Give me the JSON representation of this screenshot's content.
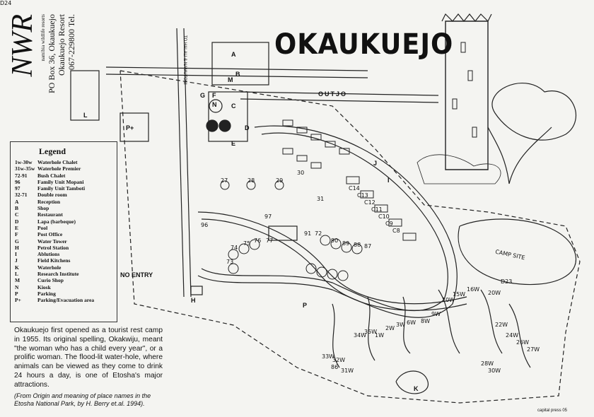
{
  "map": {
    "title": "OKAUKUEJO",
    "logo_text": "NWR",
    "logo_subtitle": "namibia wildlife resorts",
    "address_lines": [
      "PO Box 36, Okaukuejo",
      "Okaukuejo Resort",
      "067-229800 Tel."
    ],
    "road_label": "OUTJO",
    "road_sign": "TO HALALI & NAMUTONI",
    "no_entry_label": "NO ENTRY",
    "campsite_label": "CAMP SITE",
    "credit": "capital press 05"
  },
  "legend": {
    "title": "Legend",
    "items": [
      {
        "code": "1w-30w",
        "label": "Waterhole Chalet"
      },
      {
        "code": "31w-35w",
        "label": "Waterhole Premier"
      },
      {
        "code": "72-91",
        "label": "Bush Chalet"
      },
      {
        "code": "96",
        "label": "Family Unit Mopani"
      },
      {
        "code": "97",
        "label": "Family Unit Tamboti"
      },
      {
        "code": "32-71",
        "label": "Double room"
      },
      {
        "code": "A",
        "label": "Reception"
      },
      {
        "code": "B",
        "label": "Shop"
      },
      {
        "code": "C",
        "label": "Restaurant"
      },
      {
        "code": "D",
        "label": "Lapa (barbeque)"
      },
      {
        "code": "E",
        "label": "Pool"
      },
      {
        "code": "F",
        "label": "Post Office"
      },
      {
        "code": "G",
        "label": "Water Tower"
      },
      {
        "code": "H",
        "label": "Petrol Station"
      },
      {
        "code": "I",
        "label": "Ablutions"
      },
      {
        "code": "J",
        "label": "Field Kitchens"
      },
      {
        "code": "K",
        "label": "Waterhole"
      },
      {
        "code": "L",
        "label": "Research Institute"
      },
      {
        "code": "M",
        "label": "Curio Shop"
      },
      {
        "code": "N",
        "label": "Kiosk"
      },
      {
        "code": "P",
        "label": "Parking"
      },
      {
        "code": "P+",
        "label": "Parking/Evacuation area"
      }
    ]
  },
  "description": "Okaukuejo first opened as a tourist rest camp in 1955. Its original spelling, Okakwiju, meant \"the woman who has a child every year\", or a prolific woman. The flood-lit water-hole, where animals can be viewed as they come to drink 24 hours a day, is one of Etosha's major attractions.",
  "citation": "(From Origin and meaning of place names in the Etosha National Park, by H. Berry et.al. 1994).",
  "map_labels": {
    "letters": [
      "A",
      "B",
      "C",
      "D",
      "E",
      "F",
      "G",
      "H",
      "I",
      "J",
      "K",
      "L",
      "M",
      "N",
      "P",
      "P+"
    ],
    "numbers": [
      "27",
      "28",
      "29",
      "30",
      "31",
      "96",
      "97",
      "77",
      "76",
      "75",
      "74",
      "73",
      "72",
      "91",
      "90",
      "89",
      "88",
      "87",
      "86",
      "D23",
      "D24"
    ],
    "chalets": [
      "33W",
      "32W",
      "31W",
      "34W",
      "35W",
      "1W",
      "2W",
      "3W",
      "6W",
      "8W",
      "9W",
      "10W",
      "15W",
      "16W",
      "20W",
      "22W",
      "24W",
      "26W",
      "27W",
      "28W",
      "30W",
      "C14",
      "C13",
      "C12",
      "C11",
      "C10",
      "C9",
      "C8"
    ]
  }
}
